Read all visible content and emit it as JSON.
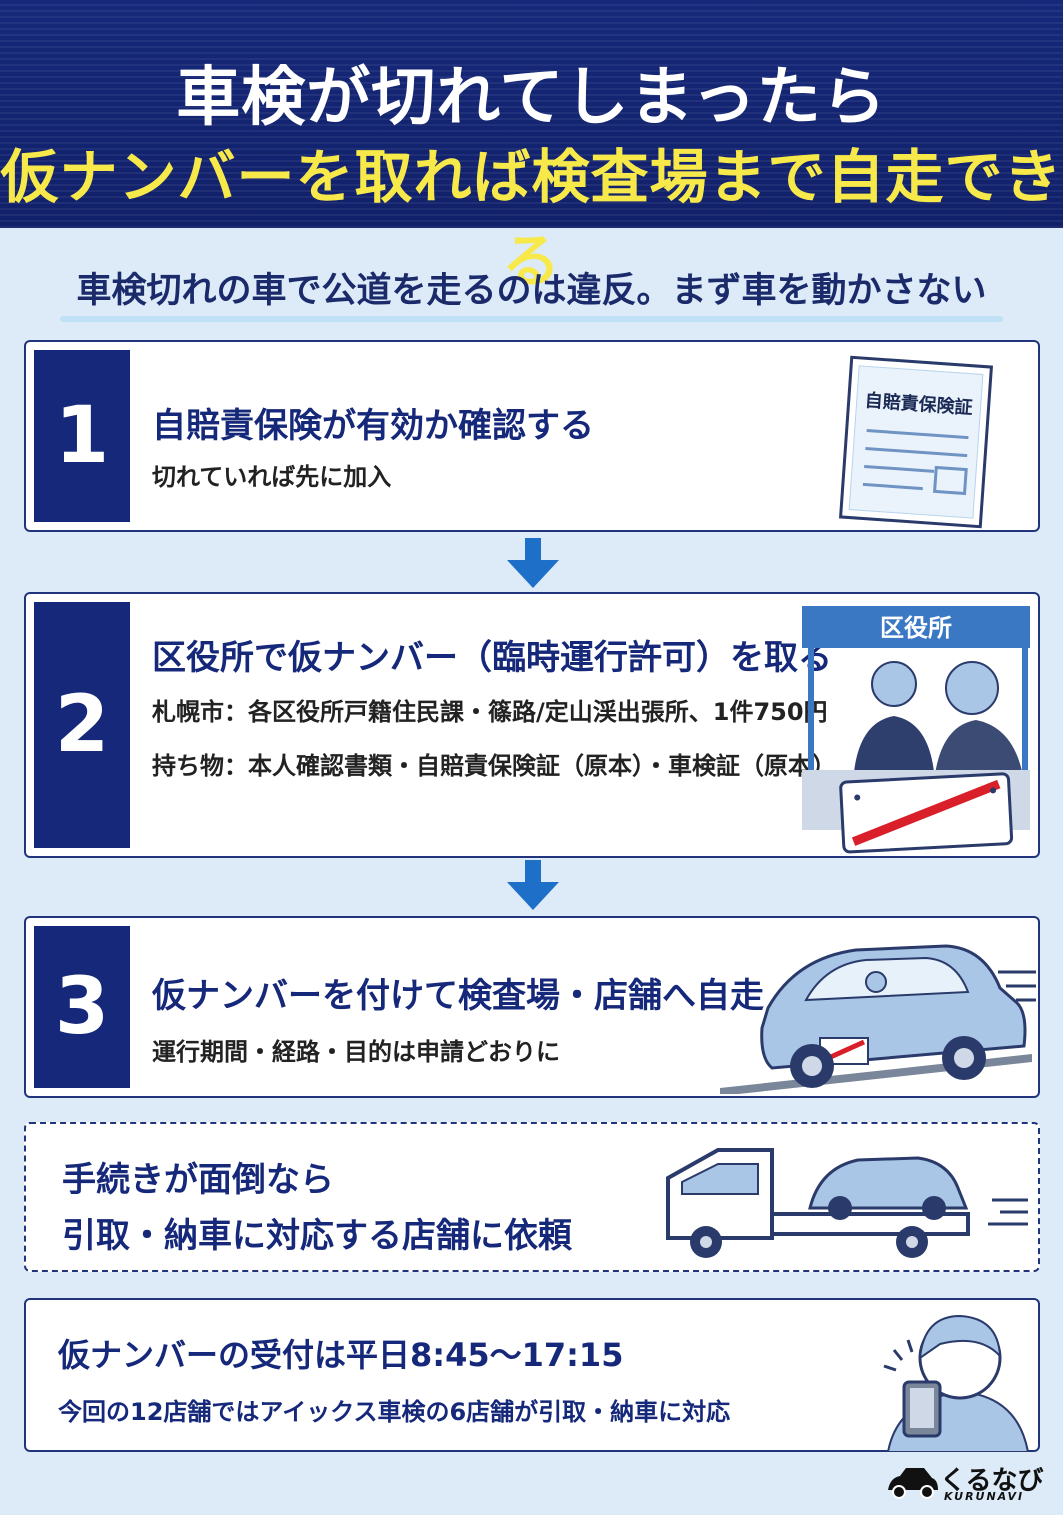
{
  "header": {
    "title_line1": "車検が切れてしまったら",
    "title_line2": "仮ナンバーを取れば検査場まで自走できる"
  },
  "subhead": "車検切れの車で公道を走るのは違反。まず車を動かさない",
  "steps": [
    {
      "number": "1",
      "title": "自賠責保険が有効か確認する",
      "lines": [
        "切れていれば先に加入"
      ],
      "illustration_label": "自賠責保険証"
    },
    {
      "number": "2",
      "title": "区役所で仮ナンバー（臨時運行許可）を取る",
      "lines": [
        "札幌市：各区役所戸籍住民課・篠路/定山渓出張所、1件750円",
        "持ち物：本人確認書類・自賠責保険証（原本）・車検証（原本）"
      ],
      "illustration_label": "区役所"
    },
    {
      "number": "3",
      "title": "仮ナンバーを付けて検査場・店舗へ自走",
      "lines": [
        "運行期間・経路・目的は申請どおりに"
      ]
    }
  ],
  "note": {
    "line1": "手続きが面倒なら",
    "line2": "引取・納車に対応する店舗に依頼"
  },
  "info": {
    "line1": "仮ナンバーの受付は平日8:45～17:15",
    "line2": "今回の12店舗ではアイックス車検の6店舗が引取・納車に対応"
  },
  "logo": {
    "ja": "くるなび",
    "en": "KURUNAVI"
  },
  "colors": {
    "navy": "#15287a",
    "yellow": "#f8e94a",
    "arrow": "#1e6fc7",
    "red": "#d9202a",
    "car": "#a9c6e6"
  },
  "icons": [
    "document-icon",
    "office-counter-icon",
    "plate-icon",
    "car-icon",
    "tow-truck-icon",
    "person-phone-icon",
    "car-logo-icon"
  ]
}
